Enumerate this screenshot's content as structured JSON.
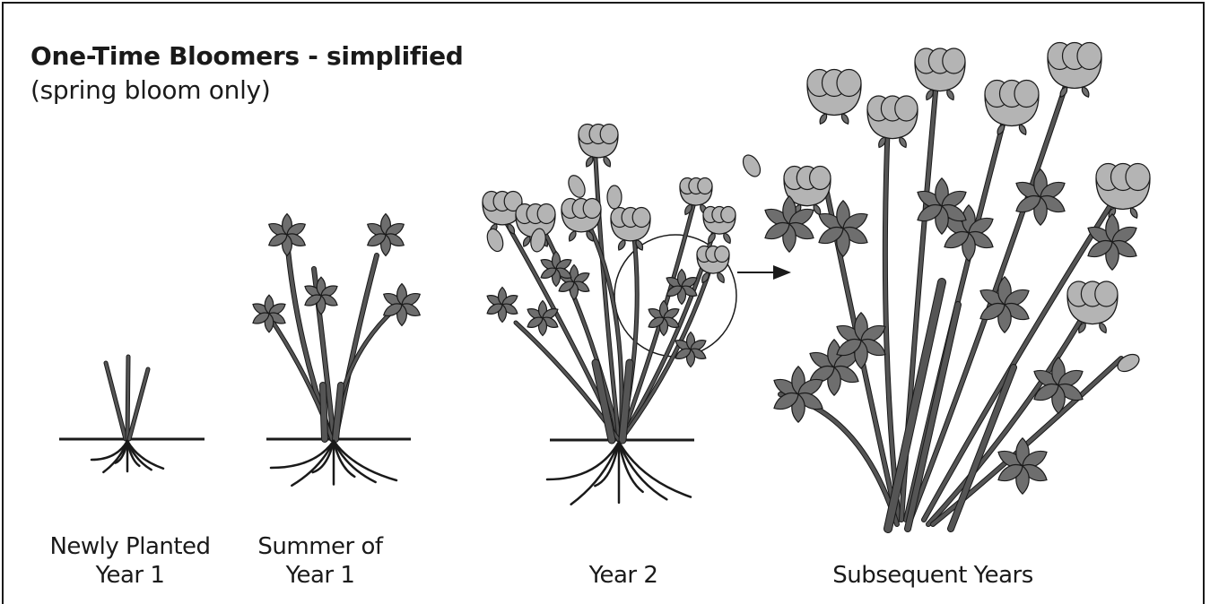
{
  "title": "One-Time Bloomers - simplified",
  "subtitle": "(spring bloom only)",
  "stages": [
    {
      "line1": "Newly Planted",
      "line2": "Year 1"
    },
    {
      "line1": "Summer of",
      "line2": "Year 1"
    },
    {
      "line1": "",
      "line2": "Year 2"
    },
    {
      "line1": "",
      "line2": "Subsequent Years"
    }
  ],
  "colors": {
    "leaf": "#6e6e6e",
    "bloom": "#b4b4b4",
    "stem": "#555555",
    "ink": "#1a1a1a"
  }
}
